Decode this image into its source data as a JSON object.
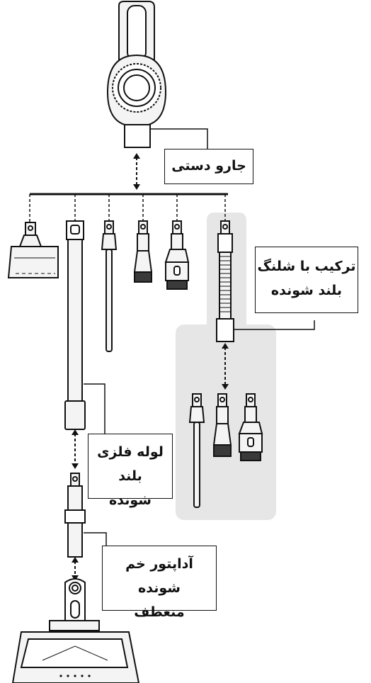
{
  "labels": {
    "handheld": "جارو دستی",
    "hose": [
      "ترکیب با شلنگ",
      "بلند شونده"
    ],
    "tube": [
      "لوله فلزی بلند",
      "شونده"
    ],
    "adapter": [
      "آداپتور خم شونده",
      "منعطف"
    ]
  },
  "colors": {
    "line": "#111111",
    "panel": "#e6e6e6",
    "part_fill": "#f4f4f4",
    "brush": "#3a3a3a"
  }
}
